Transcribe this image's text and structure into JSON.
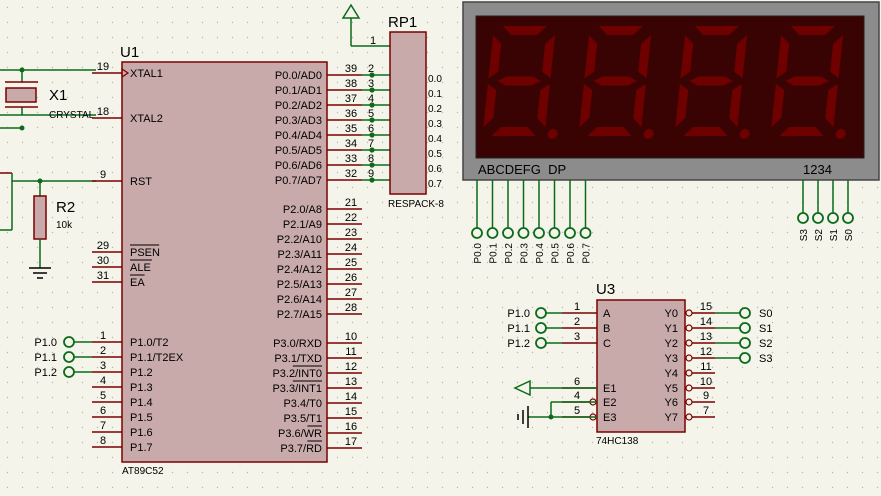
{
  "u1": {
    "ref": "U1",
    "part": "AT89C52",
    "left_pins": [
      {
        "num": "19",
        "name": "XTAL1"
      },
      {
        "num": "18",
        "name": "XTAL2"
      },
      {
        "num": "9",
        "name": "RST"
      },
      {
        "num": "29",
        "name": "PSEN"
      },
      {
        "num": "30",
        "name": "ALE"
      },
      {
        "num": "31",
        "name": "EA"
      },
      {
        "num": "1",
        "name": "P1.0/T2"
      },
      {
        "num": "2",
        "name": "P1.1/T2EX"
      },
      {
        "num": "3",
        "name": "P1.2"
      },
      {
        "num": "4",
        "name": "P1.3"
      },
      {
        "num": "5",
        "name": "P1.4"
      },
      {
        "num": "6",
        "name": "P1.5"
      },
      {
        "num": "7",
        "name": "P1.6"
      },
      {
        "num": "8",
        "name": "P1.7"
      }
    ],
    "right_pins": [
      {
        "num": "39",
        "name": "P0.0/AD0"
      },
      {
        "num": "38",
        "name": "P0.1/AD1"
      },
      {
        "num": "37",
        "name": "P0.2/AD2"
      },
      {
        "num": "36",
        "name": "P0.3/AD3"
      },
      {
        "num": "35",
        "name": "P0.4/AD4"
      },
      {
        "num": "34",
        "name": "P0.5/AD5"
      },
      {
        "num": "33",
        "name": "P0.6/AD6"
      },
      {
        "num": "32",
        "name": "P0.7/AD7"
      },
      {
        "num": "21",
        "name": "P2.0/A8"
      },
      {
        "num": "22",
        "name": "P2.1/A9"
      },
      {
        "num": "23",
        "name": "P2.2/A10"
      },
      {
        "num": "24",
        "name": "P2.3/A11"
      },
      {
        "num": "25",
        "name": "P2.4/A12"
      },
      {
        "num": "26",
        "name": "P2.5/A13"
      },
      {
        "num": "27",
        "name": "P2.6/A14"
      },
      {
        "num": "28",
        "name": "P2.7/A15"
      },
      {
        "num": "10",
        "name": "P3.0/RXD"
      },
      {
        "num": "11",
        "name": "P3.1/TXD"
      },
      {
        "num": "12",
        "name": "P3.2/INT0"
      },
      {
        "num": "13",
        "name": "P3.3/INT1"
      },
      {
        "num": "14",
        "name": "P3.4/T0"
      },
      {
        "num": "15",
        "name": "P3.5/T1"
      },
      {
        "num": "16",
        "name": "P3.6/WR"
      },
      {
        "num": "17",
        "name": "P3.7/RD"
      }
    ],
    "port_labels": [
      "P1.0",
      "P1.1",
      "P1.2"
    ]
  },
  "x1": {
    "ref": "X1",
    "part": "CRYSTAL"
  },
  "r2": {
    "ref": "R2",
    "value": "10k"
  },
  "rp1": {
    "ref": "RP1",
    "part": "RESPACK-8",
    "common_pin": "1",
    "pin_nums": [
      "2",
      "3",
      "4",
      "5",
      "6",
      "7",
      "8",
      "9"
    ],
    "net_labels": [
      "0.0",
      "0.1",
      "0.2",
      "0.3",
      "0.4",
      "0.5",
      "0.6",
      "0.7"
    ]
  },
  "display": {
    "segment_labels": "ABCDEFG  DP",
    "digit_labels": "1234",
    "digits": 4,
    "segment_color": "#6e0000",
    "bezel_color": "#8c8c8c",
    "face_color": "#3a0303",
    "bottom_labels": [
      "P0.0",
      "P0.1",
      "P0.2",
      "P0.3",
      "P0.4",
      "P0.5",
      "P0.6",
      "P0.7"
    ],
    "digit_pins": [
      "S3",
      "S2",
      "S1",
      "S0"
    ]
  },
  "u3": {
    "ref": "U3",
    "part": "74HC138",
    "left_pins": [
      {
        "num": "1",
        "name": "A"
      },
      {
        "num": "2",
        "name": "B"
      },
      {
        "num": "3",
        "name": "C"
      },
      {
        "num": "6",
        "name": "E1"
      },
      {
        "num": "4",
        "name": "E2"
      },
      {
        "num": "5",
        "name": "E3"
      }
    ],
    "right_pins": [
      {
        "num": "15",
        "name": "Y0"
      },
      {
        "num": "14",
        "name": "Y1"
      },
      {
        "num": "13",
        "name": "Y2"
      },
      {
        "num": "12",
        "name": "Y3"
      },
      {
        "num": "11",
        "name": "Y4"
      },
      {
        "num": "10",
        "name": "Y5"
      },
      {
        "num": "9",
        "name": "Y6"
      },
      {
        "num": "7",
        "name": "Y7"
      }
    ],
    "input_labels": [
      "P1.0",
      "P1.1",
      "P1.2"
    ],
    "output_labels": [
      "S0",
      "S1",
      "S2",
      "S3"
    ]
  },
  "colors": {
    "wire": "#0b6b1a",
    "body_fill": "#c8aaaa",
    "body_stroke": "#7a0000",
    "pin": "#7a0000",
    "background": "#f4f4ea"
  }
}
